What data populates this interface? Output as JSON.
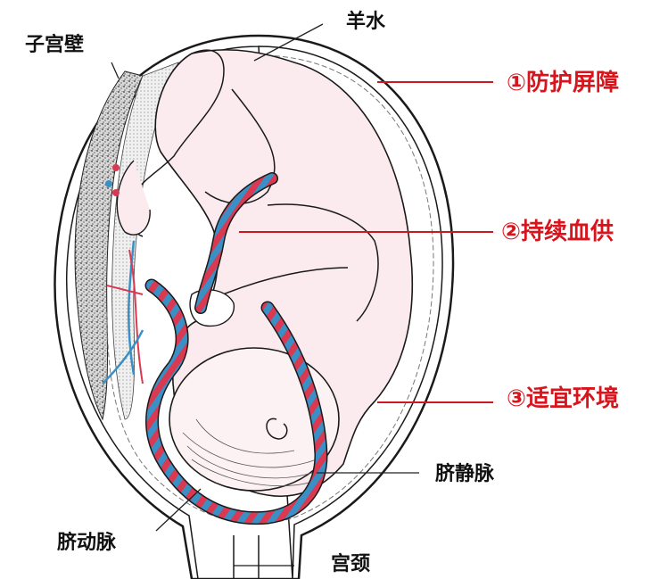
{
  "diagram": {
    "subject": "fetus-in-uterus",
    "colors": {
      "callout_red": "#d8141c",
      "label_black": "#111111",
      "artery_red": "#d93a52",
      "vein_blue": "#3a8fc4",
      "skin_pink": "#fbeaee",
      "outline": "#1a1a1a"
    }
  },
  "labels": {
    "uterine_wall": "子宫壁",
    "amniotic_fluid": "羊水",
    "umbilical_vein": "脐静脉",
    "umbilical_artery": "脐动脉",
    "cervix": "宫颈"
  },
  "callouts": [
    {
      "number": "①",
      "text": "防护屏障"
    },
    {
      "number": "②",
      "text": "持续血供"
    },
    {
      "number": "③",
      "text": "适宜环境"
    }
  ],
  "callout_texts": {
    "c1": "①防护屏障",
    "c2": "②持续血供",
    "c3": "③适宜环境"
  }
}
